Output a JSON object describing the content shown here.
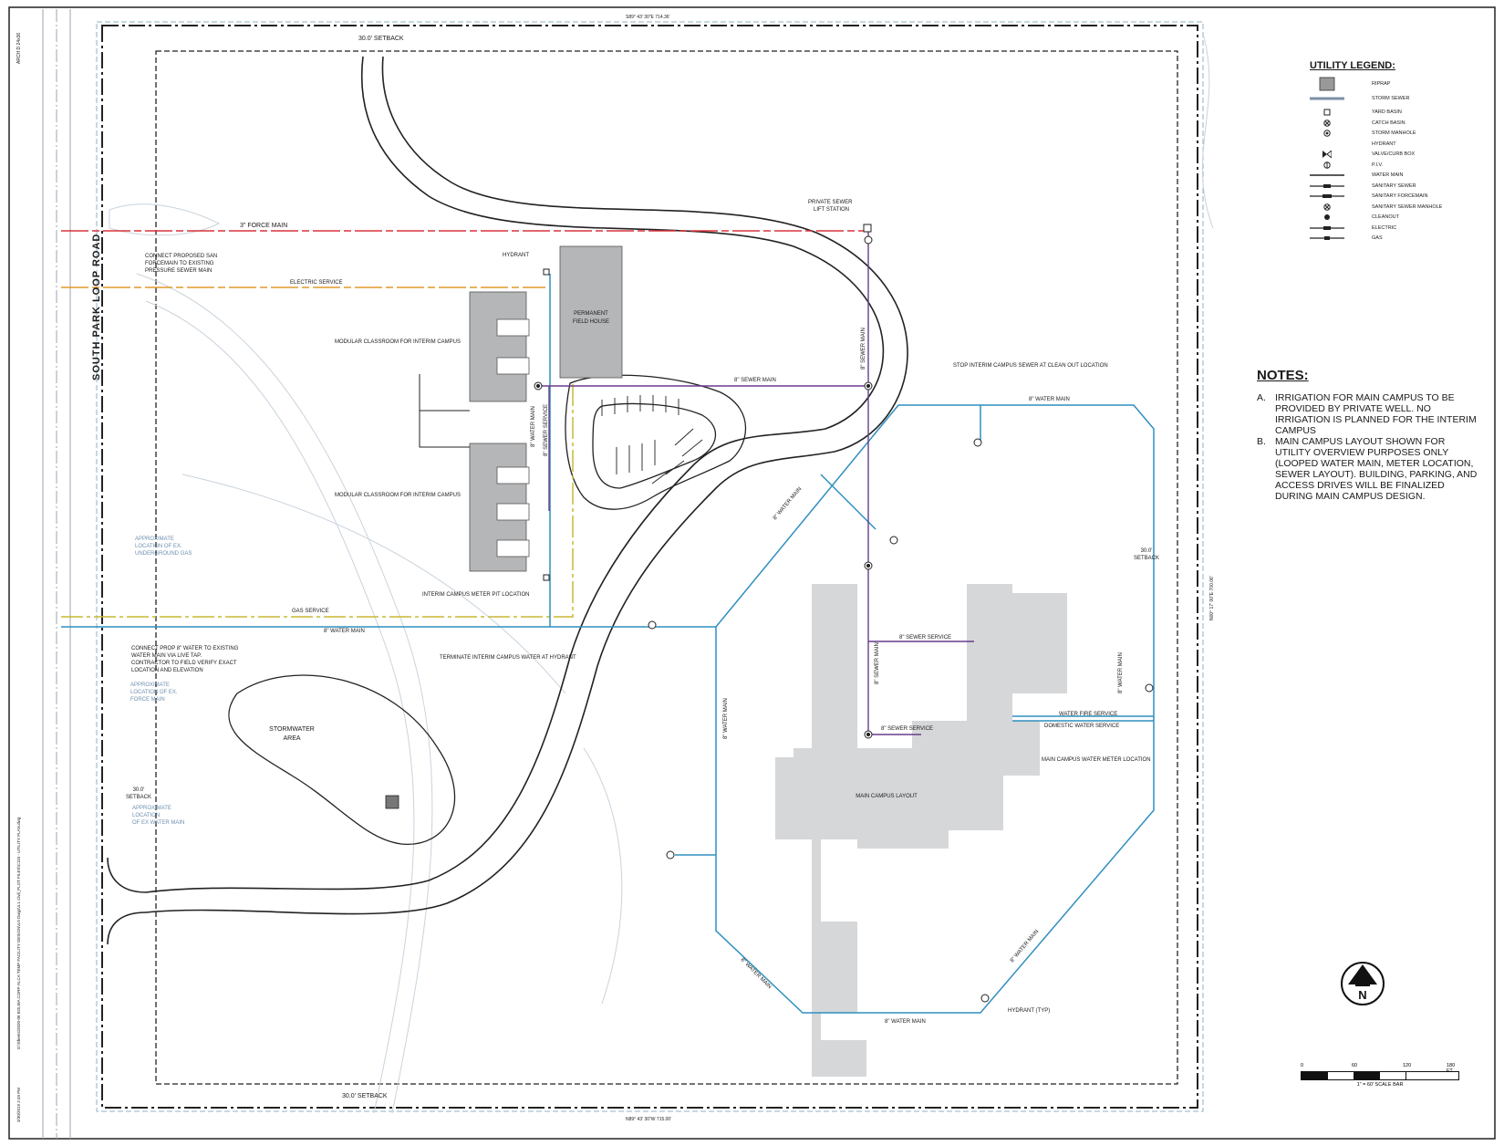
{
  "sheet": {
    "size_tag": "ARCH D 24x36",
    "file_path": "D:\\Sheets\\2020-08 BOLMA CORP-ALCA TEMP FACILITY DESIGN\\4.0 Dwgs\\4.1 Civil_PLOT FILES\\C110 - UTILITY PLAN.dwg",
    "plot_stamp": "3/30/2019 2:49 PM",
    "top_edge_text": "S89° 43' 30\"E 714.36'",
    "right_edge_text": "N00° 17' 00\"E 700.06'",
    "bottom_edge_text": "N89° 43' 30\"W 715.00'"
  },
  "road": {
    "name": "SOUTH PARK LOOP ROAD"
  },
  "labels": {
    "setback_top": "30.0' SETBACK",
    "setback_right_line1": "30.0'",
    "setback_right_line2": "SETBACK",
    "setback_left_line1": "30.0'",
    "setback_left_line2": "SETBACK",
    "setback_bottom": "30.0' SETBACK",
    "force_main": "3\" FORCE MAIN",
    "connect_san_l1": "CONNECT PROPOSED SAN",
    "connect_san_l2": "FORCEMAIN TO EXISTING",
    "connect_san_l3": "PRESSURE SEWER MAIN",
    "electric_service": "ELECTRIC SERVICE",
    "hydrant": "HYDRANT",
    "private_sewer_l1": "PRIVATE SEWER",
    "private_sewer_l2": "LIFT STATION",
    "field_house_l1": "PERMANENT",
    "field_house_l2": "FIELD HOUSE",
    "modular_1": "MODULAR CLASSROOM FOR INTERIM CAMPUS",
    "modular_2": "MODULAR CLASSROOM FOR INTERIM CAMPUS",
    "sewer_main_h": "8\" SEWER MAIN",
    "sewer_main_v": "8\" SEWER MAIN",
    "sewer_service_v": "8\" SEWER SERVICE",
    "water_main_v_small": "8\" WATER MAIN",
    "stop_interim": "STOP INTERIM CAMPUS SEWER AT CLEAN OUT LOCATION",
    "water_main_top": "8\" WATER MAIN",
    "water_main_diag": "8\" WATER MAIN",
    "water_main_right": "8\" WATER MAIN",
    "approx_gas_l1": "APPROXIMATE",
    "approx_gas_l2": "LOCATION OF EX.",
    "approx_gas_l3": "UNDERGROUND GAS",
    "meter_pit": "INTERIM CAMPUS METER PIT LOCATION",
    "gas_service": "GAS SERVICE",
    "water_main_main": "8\" WATER MAIN",
    "connect_water_l1": "CONNECT PROP 8\" WATER TO EXISTING",
    "connect_water_l2": "WATER MAIN VIA LIVE TAP.",
    "connect_water_l3": "CONTRACTOR TO FIELD VERIFY EXACT",
    "connect_water_l4": "LOCATION AND ELEVATION",
    "terminate": "TERMINATE INTERIM CAMPUS WATER AT HYDRANT",
    "approx_fm_l1": "APPROXIMATE",
    "approx_fm_l2": "LOCATION OF EX.",
    "approx_fm_l3": "FORCE MAIN",
    "sewer_service_1": "8\" SEWER SERVICE",
    "sewer_service_2": "8\" SEWER SERVICE",
    "sewer_main_lower": "8\" SEWER MAIN",
    "water_main_left_v": "8\" WATER MAIN",
    "water_fire": "WATER FIRE SERVICE",
    "domestic_water": "DOMESTIC WATER SERVICE",
    "meter_location": "MAIN CAMPUS WATER METER LOCATION",
    "stormwater_l1": "STORMWATER",
    "stormwater_l2": "AREA",
    "approx_wm_l1": "APPROXIMATE",
    "approx_wm_l2": "LOCATION",
    "approx_wm_l3": "OF EX WATER MAIN",
    "main_campus": "MAIN CAMPUS LAYOUT",
    "water_main_bl": "8\" WATER MAIN",
    "water_main_br": "8\" WATER MAIN",
    "water_main_bottom": "8\" WATER MAIN",
    "hydrant_typ": "HYDRANT (TYP)"
  },
  "legend": {
    "title": "UTILITY LEGEND:",
    "items": [
      {
        "label": "RIPRAP",
        "icon": "riprap-icon"
      },
      {
        "label": "STORM SEWER",
        "icon": "storm-sewer-line-icon"
      },
      {
        "label": "YARD BASIN",
        "icon": "yard-basin-icon"
      },
      {
        "label": "CATCH BASIN",
        "icon": "catch-basin-icon"
      },
      {
        "label": "STORM MANHOLE",
        "icon": "storm-manhole-icon"
      },
      {
        "label": "HYDRANT",
        "icon": "hydrant-icon"
      },
      {
        "label": "VALVE/CURB BOX",
        "icon": "valve-icon"
      },
      {
        "label": "P.I.V.",
        "icon": "piv-icon"
      },
      {
        "label": "WATER MAIN",
        "icon": "water-main-line-icon"
      },
      {
        "label": "SANITARY SEWER",
        "icon": "sanitary-sewer-line-icon"
      },
      {
        "label": "SANITARY FORCEMAIN",
        "icon": "forcemain-line-icon"
      },
      {
        "label": "SANITARY SEWER MANHOLE",
        "icon": "sanitary-manhole-icon"
      },
      {
        "label": "CLEANOUT",
        "icon": "cleanout-icon"
      },
      {
        "label": "ELECTRIC",
        "icon": "electric-line-icon"
      },
      {
        "label": "GAS",
        "icon": "gas-line-icon"
      }
    ]
  },
  "notes": {
    "title": "NOTES:",
    "items": [
      {
        "key": "A.",
        "text": "IRRIGATION FOR MAIN CAMPUS TO BE PROVIDED BY PRIVATE WELL. NO IRRIGATION IS PLANNED FOR THE INTERIM CAMPUS"
      },
      {
        "key": "B.",
        "text": "MAIN CAMPUS LAYOUT SHOWN FOR UTILITY OVERVIEW PURPOSES ONLY (LOOPED WATER MAIN, METER LOCATION, SEWER LAYOUT). BUILDING, PARKING, AND ACCESS DRIVES WILL BE FINALIZED DURING MAIN CAMPUS DESIGN."
      }
    ]
  },
  "north_arrow": {
    "letter": "N"
  },
  "scale": {
    "ticks": [
      "0",
      "60",
      "120",
      "180 FT"
    ],
    "caption": "1\" = 60' SCALE BAR"
  },
  "colors": {
    "water": "#2f8fbf",
    "force_main": "#d8323a",
    "electric": "#e09a2a",
    "gas": "#c8b832",
    "sewer": "#6a3c8c",
    "building": "#b4b6b8",
    "campus_layout": "#d6d7d8",
    "linework": "#222222"
  }
}
